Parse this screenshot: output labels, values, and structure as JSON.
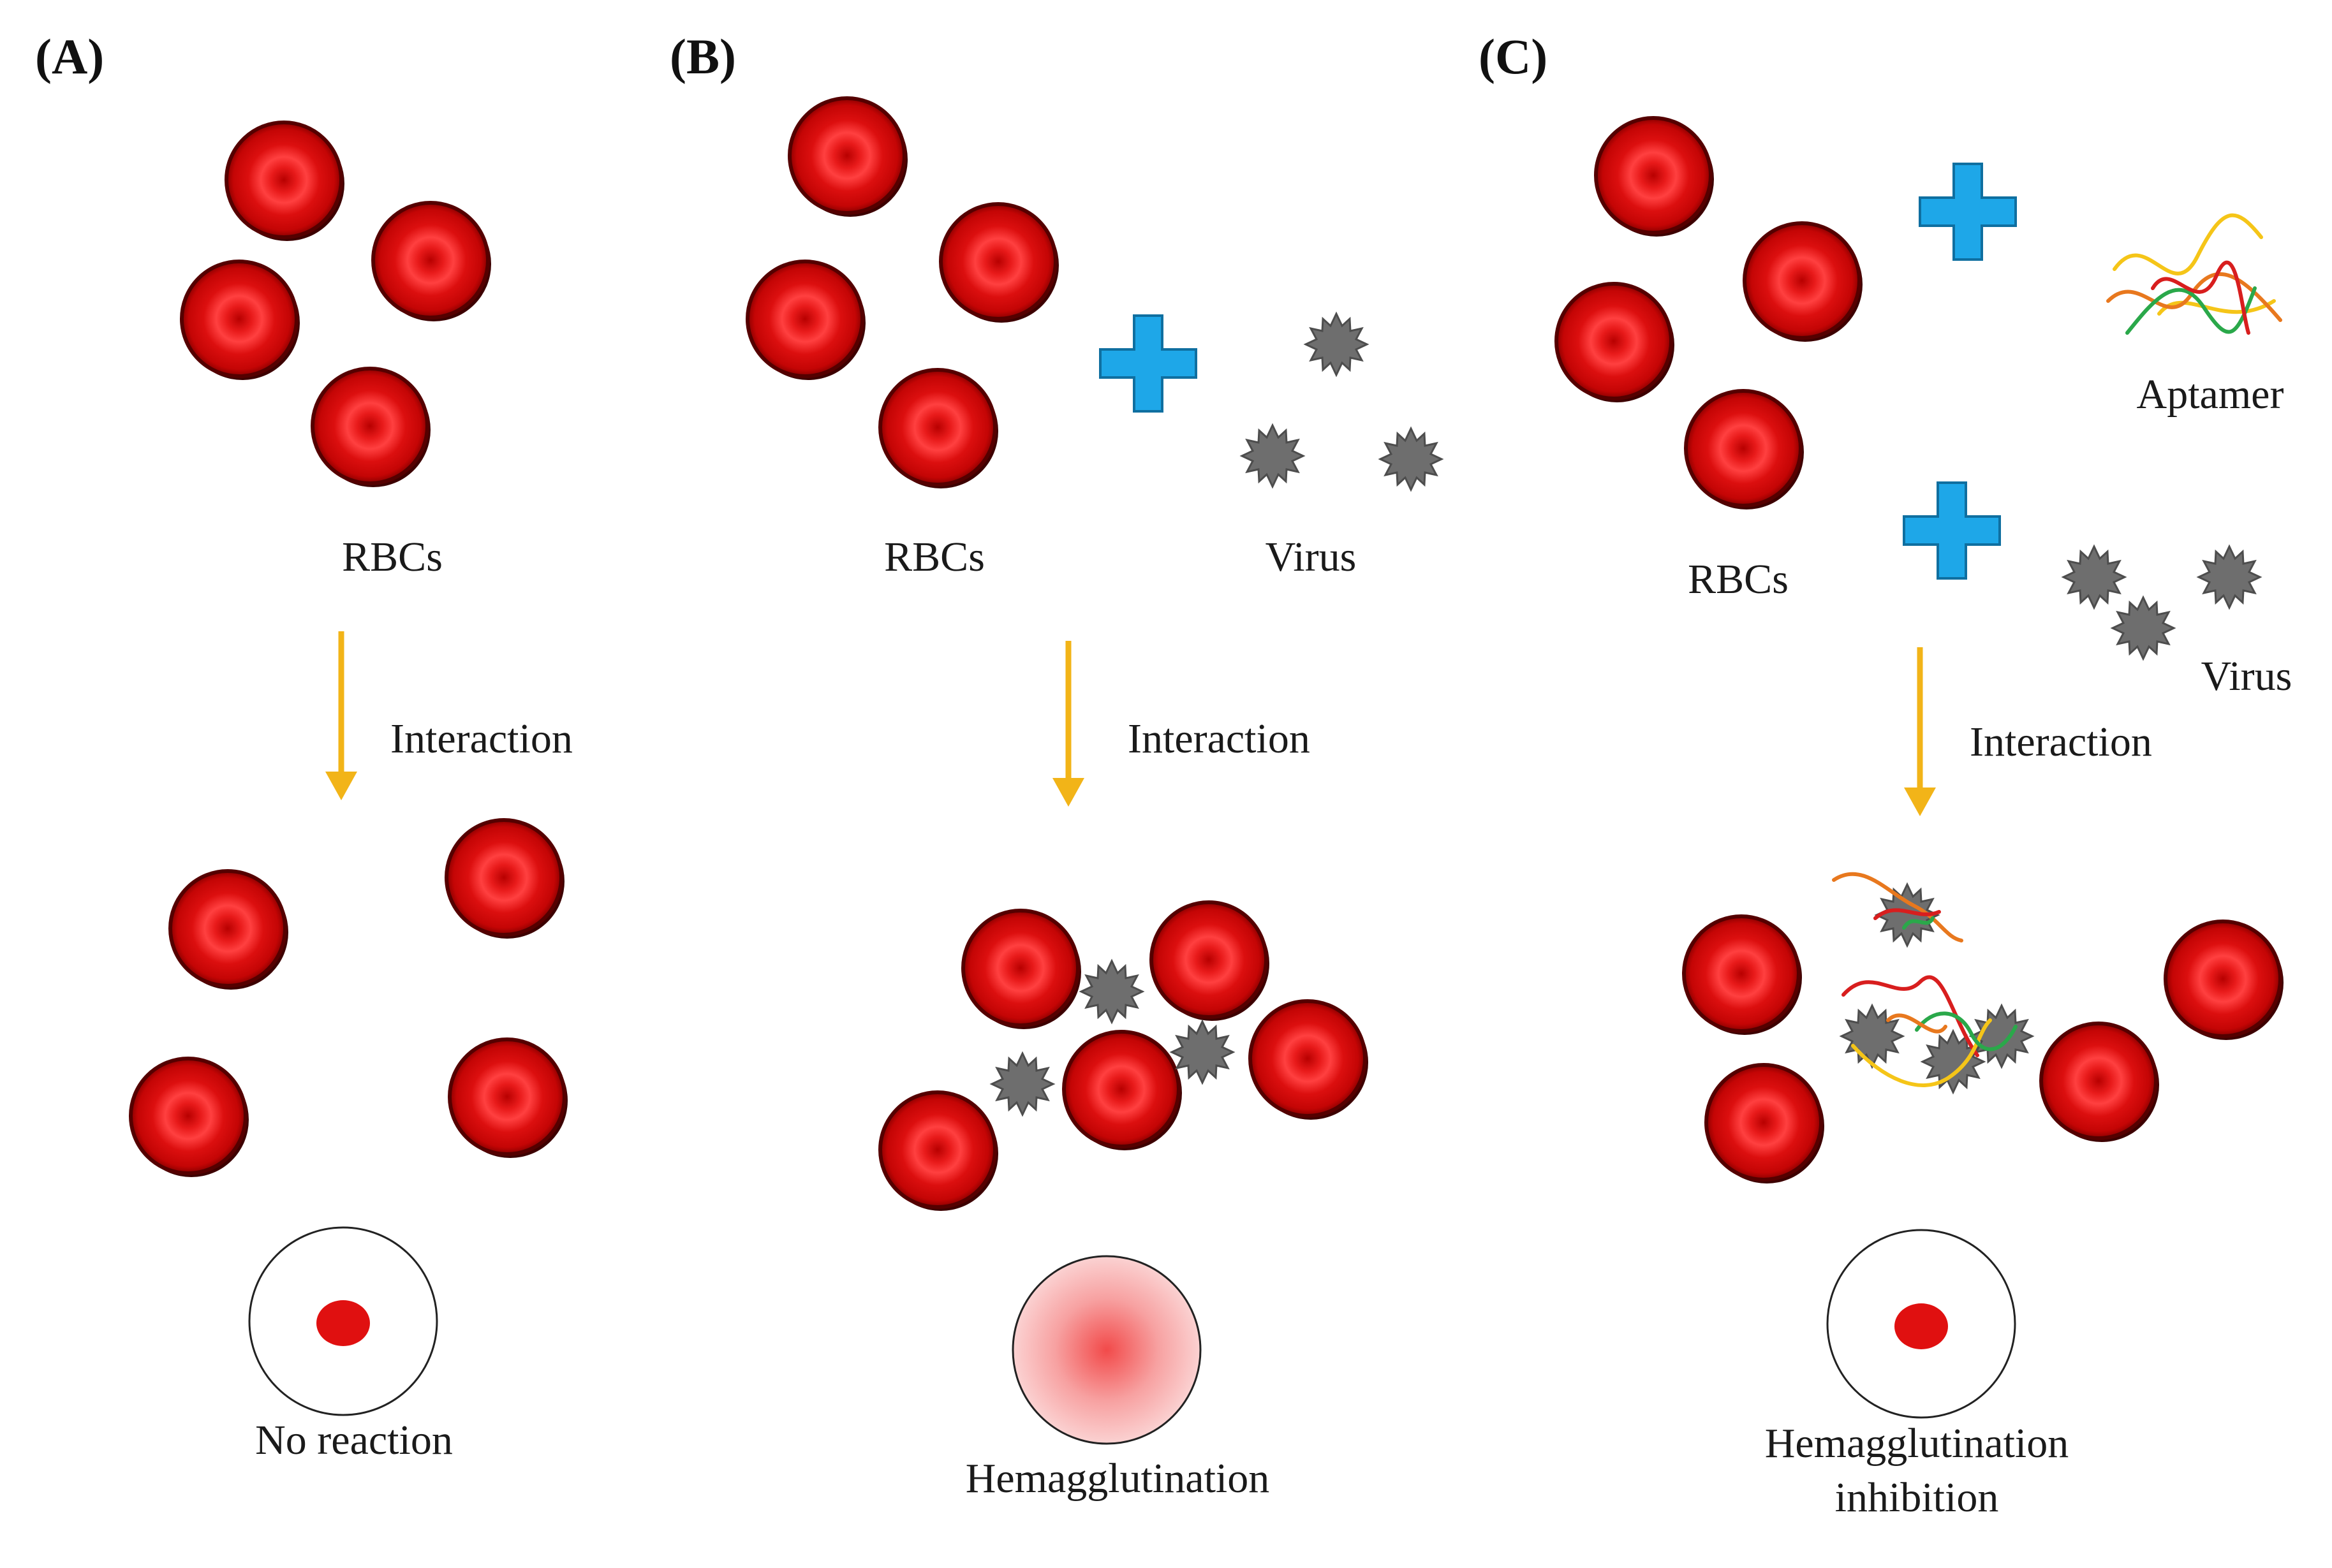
{
  "panels": {
    "a": {
      "label": "(A)",
      "reagent": "RBCs",
      "step": "Interaction",
      "outcome": "No reaction"
    },
    "b": {
      "label": "(B)",
      "reagent_1": "RBCs",
      "reagent_2": "Virus",
      "step": "Interaction",
      "outcome": "Hemagglutination"
    },
    "c": {
      "label": "(C)",
      "reagent_1": "RBCs",
      "reagent_2": "Aptamer",
      "reagent_3": "Virus",
      "step": "Interaction",
      "outcome_line_1": "Hemagglutination",
      "outcome_line_2": "inhibition"
    }
  },
  "colors": {
    "rbc": "#e01010",
    "rbc_rim": "#5a0000",
    "virus": "#6e6e6e",
    "plus": "#1ea7e8",
    "arrow": "#f2b418",
    "aptamer_strands": [
      "#f5c518",
      "#e8781e",
      "#2aa84a",
      "#d81e1e"
    ]
  }
}
